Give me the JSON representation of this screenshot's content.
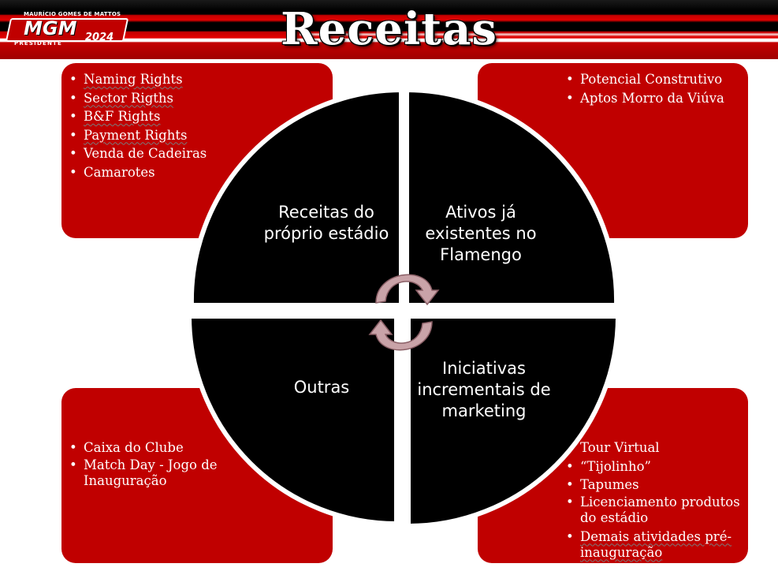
{
  "header": {
    "title": "Receitas",
    "logo": {
      "tagline_top": "MAURÍCIO GOMES DE MATTOS",
      "mark": "MGM",
      "year": "2024",
      "tagline_bottom": "PRESIDENTE"
    }
  },
  "colors": {
    "box_red": "#c00000",
    "quadrant_black": "#000000",
    "arrow_pink": "#c9a3a8",
    "arrow_outline": "#8a5f66"
  },
  "quadrants": {
    "top_left": "Receitas do próprio estádio",
    "top_right": "Ativos já existentes no Flamengo",
    "bottom_left": "Outras",
    "bottom_right": "Iniciativas incrementais de marketing"
  },
  "boxes": {
    "top_left": [
      "Naming Rights",
      "Sector Rigths",
      "B&F Rights",
      "Payment Rights",
      "Venda de Cadeiras",
      "Camarotes"
    ],
    "top_right": [
      "Potencial Construtivo",
      "Aptos Morro da Viúva"
    ],
    "bottom_left": [
      "Caixa do Clube",
      "Match Day - Jogo de Inauguração"
    ],
    "bottom_right": [
      "Tour Virtual",
      "“Tijolinho”",
      "Tapumes",
      "Licenciamento produtos do estádio",
      "Demais atividades pré-inauguração"
    ]
  },
  "icons": [
    "cycle-arrows-icon"
  ]
}
